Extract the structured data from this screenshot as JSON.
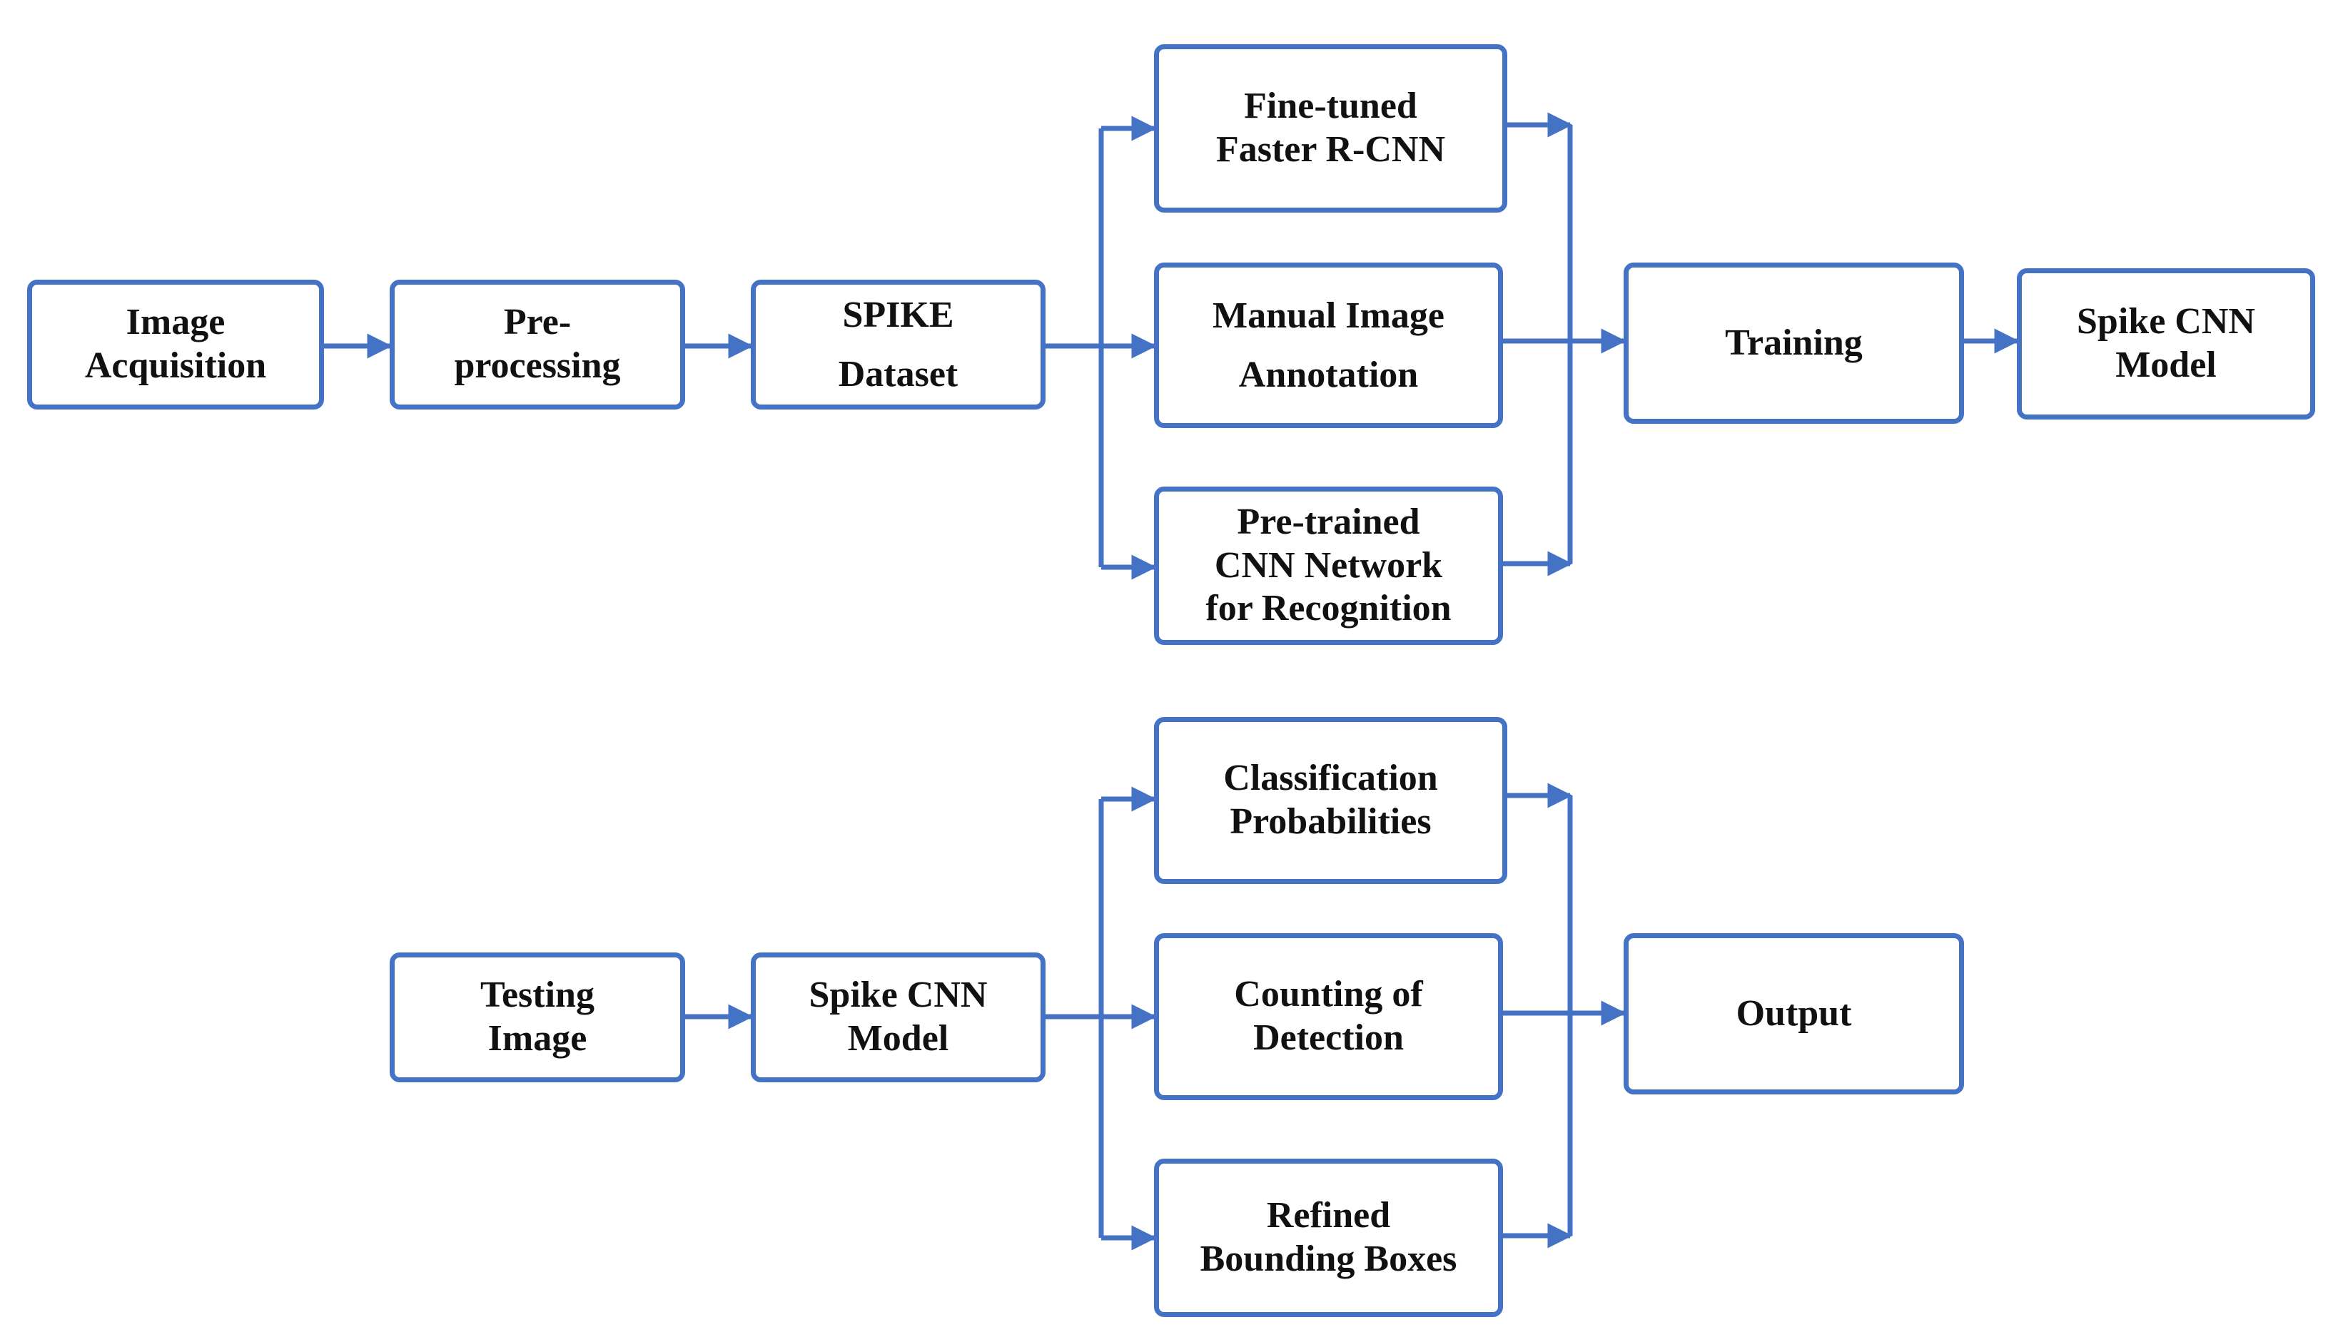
{
  "colors": {
    "stroke": "#4472C4",
    "text": "#111111",
    "background": "#ffffff"
  },
  "nodes": {
    "image_acquisition": "Image\nAcquisition",
    "pre_processing": "Pre-\nprocessing",
    "spike_dataset": "SPIKE\nDataset",
    "fine_tuned_faster_rcnn": "Fine-tuned\nFaster R-CNN",
    "manual_image_annotation": "Manual Image\nAnnotation",
    "pretrained_cnn_network": "Pre-trained\nCNN Network\nfor Recognition",
    "training": "Training",
    "spike_cnn_model_top": "Spike CNN\nModel",
    "testing_image": "Testing\nImage",
    "spike_cnn_model_bottom": "Spike CNN\nModel",
    "classification_probabilities": "Classification\nProbabilities",
    "counting_of_detection": "Counting of\nDetection",
    "refined_bounding_boxes": "Refined\nBounding Boxes",
    "output": "Output"
  }
}
